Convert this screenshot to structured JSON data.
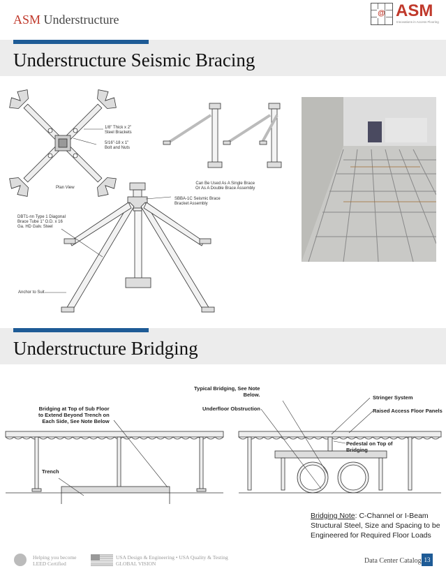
{
  "header": {
    "brand": "ASM",
    "title": "Understructure"
  },
  "logo": {
    "name": "ASM",
    "at_symbol": "@",
    "tagline": "Innovations in Access Flooring"
  },
  "section1": {
    "title": "Understructure Seismic Bracing"
  },
  "seismic_labels": {
    "steel_brackets": "1/8\" Thick x 2\"\nSteel Brackets",
    "bolt_nuts": "5/16\"-18 x 1\"\nBolt and Nuts",
    "plan_view": "Plan View",
    "single_double": "Can Be Used As A Single Brace\nOr As A Double Brace Assembly",
    "bracket_assembly": "SBBA-1C Seismic Brace\nBracket Assembly",
    "diagonal_brace": "DBT1-nn Type 1 Diagonal\nBrace Tube 1\" O.D. x 16\nGa. HD Galv. Steel",
    "anchor": "Anchor to Suit"
  },
  "section2": {
    "title": "Understructure Bridging"
  },
  "bridging_labels": {
    "typical": "Typical Bridging, See Note\nBelow.",
    "stringer": "Stringer System",
    "obstruction": "Underfloor Obstruction",
    "panels": "Raised Access Floor Panels",
    "top_of_subfloor": "Bridging at Top of Sub Floor\nto Extend Beyond Trench on\nEach Side, See Note Below",
    "pedestal": "Pedestal on Top of\nBridging",
    "trench": "Trench"
  },
  "bridging_note": {
    "label": "Bridging Note",
    "text": ": C-Channel or I-Beam Structural Steel, Size and Spacing to be Engineered for Required Floor Loads"
  },
  "footer": {
    "leed_line1": "Helping you become",
    "leed_line2": "LEED Certified",
    "usa_line1": "USA Design & Engineering • USA Quality & Testing",
    "usa_line2": "GLOBAL VISION",
    "catalog": "Data Center Catalog",
    "page": "13"
  },
  "colors": {
    "accent_blue": "#1e5b96",
    "brand_red": "#c0392b",
    "band_gray": "#ececec"
  }
}
